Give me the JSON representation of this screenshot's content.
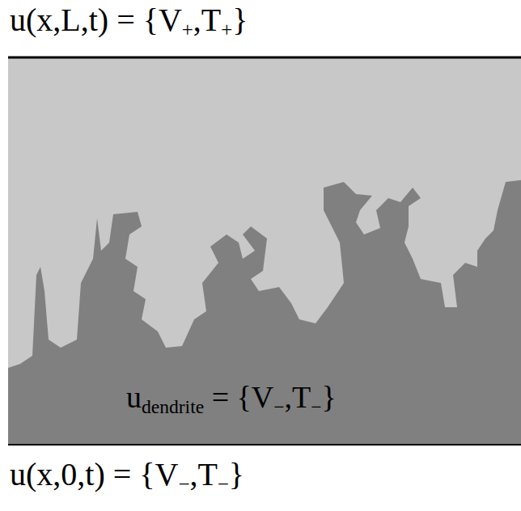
{
  "diagram": {
    "nodes": [
      {
        "text": [
          "udendrite = {V−,T−}"
        ]
      }
    ],
    "labels": [
      "u(x,L,t) = {V+,T+}",
      "u(x,0,t) = {V−,T−}"
    ]
  }
}
